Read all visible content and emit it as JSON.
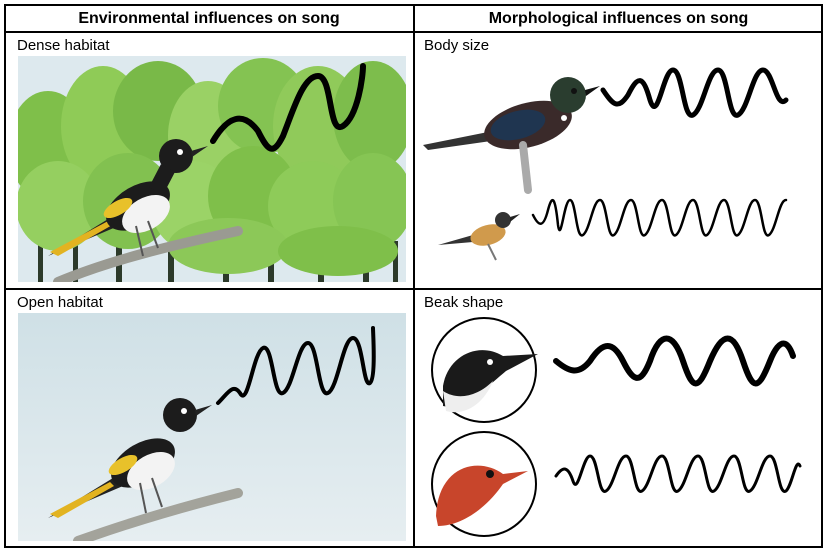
{
  "columns": {
    "left_header": "Environmental influences on song",
    "right_header": "Morphological influences on song"
  },
  "panels": {
    "dense": {
      "label": "Dense habitat"
    },
    "open": {
      "label": "Open habitat"
    },
    "body_size": {
      "label": "Body size"
    },
    "beak_shape": {
      "label": "Beak shape"
    }
  }
}
